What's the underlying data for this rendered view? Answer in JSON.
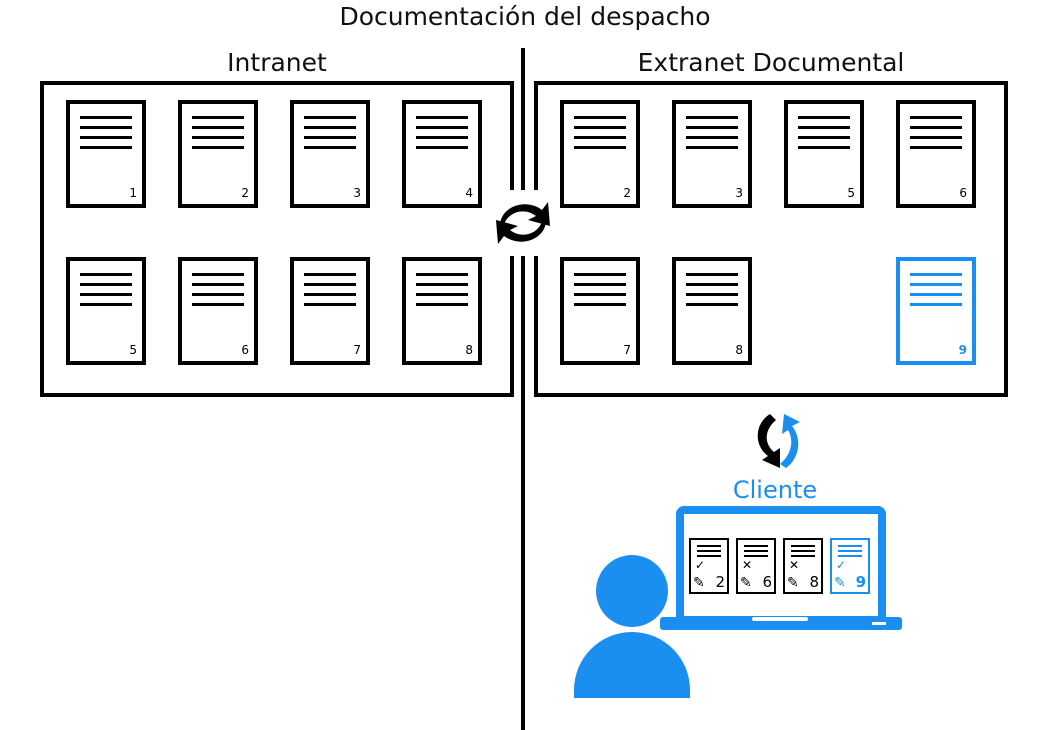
{
  "title": "Documentación del despacho",
  "intranet": {
    "label": "Intranet",
    "docs": [
      "1",
      "2",
      "3",
      "4",
      "5",
      "6",
      "7",
      "8"
    ]
  },
  "extranet": {
    "label": "Extranet Documental",
    "docs": [
      "2",
      "3",
      "5",
      "6",
      "7",
      "8"
    ],
    "new_doc": "9"
  },
  "client": {
    "label": "Cliente",
    "docs": [
      {
        "num": "2",
        "status": "approved"
      },
      {
        "num": "6",
        "status": "rejected"
      },
      {
        "num": "8",
        "status": "rejected"
      },
      {
        "num": "9",
        "status": "approved"
      }
    ]
  },
  "colors": {
    "accent": "#1b8ff0",
    "line": "#000000"
  },
  "icons": [
    "sync-icon",
    "sync-client-icon",
    "user-icon",
    "laptop-icon",
    "pencil-icon"
  ]
}
